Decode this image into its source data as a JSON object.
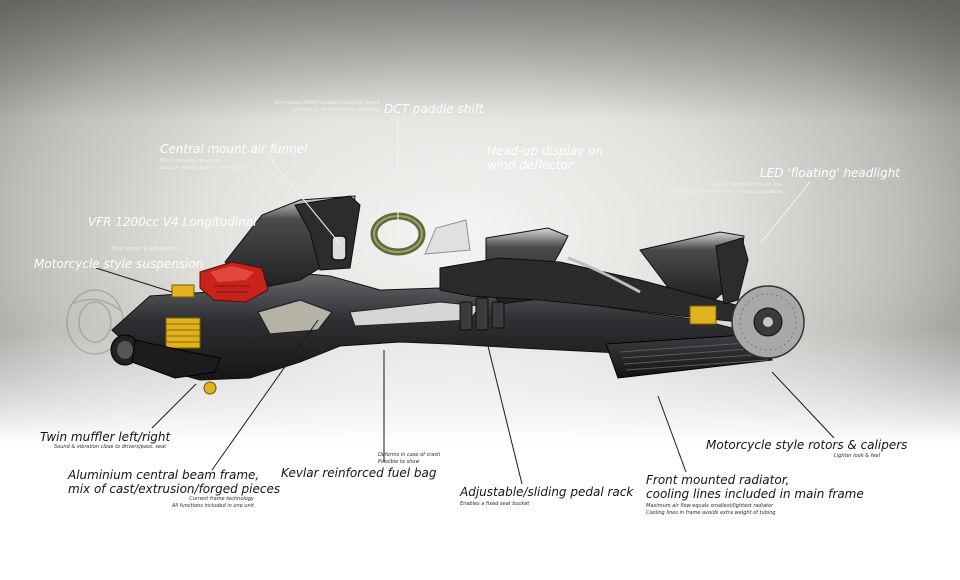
{
  "labels": {
    "dct": {
      "title": "DCT paddle shift",
      "note": [
        "No manual shifter enables total car layout",
        "Less parts, all in steering assembly"
      ]
    },
    "hud": {
      "title": [
        "Head-up display on",
        "wind deflector"
      ],
      "note": [
        "2 functions in 1 part",
        "Select way to display info"
      ]
    },
    "air_funnel": {
      "title": "Central mount air funnel",
      "note": [
        "Short distance to airbox",
        "Suction sound close to driver/pass."
      ]
    },
    "led": {
      "title": "LED 'floating' headlight",
      "note": [
        "Easy to remove for track use",
        "No integration looks ok in removed condition"
      ]
    },
    "engine": {
      "title": "VFR 1200cc V4 Longitudinal",
      "note": [
        "Easy access & adjustability"
      ]
    },
    "suspension": {
      "title": "Motorcycle style suspension"
    },
    "muffler": {
      "title": "Twin muffler left/right",
      "note": [
        "Sound & vibration close to drivers/pass. seat"
      ]
    },
    "frame": {
      "title": [
        "Aluminium central beam frame,",
        "mix of cast/extrusion/forged pieces"
      ],
      "note": [
        "Current frame technology",
        "All functions included in one unit"
      ]
    },
    "fuel": {
      "title": "Kevlar reinforced fuel bag",
      "note": [
        "Deforms in case of crash",
        "Possible to show"
      ]
    },
    "pedal": {
      "title": "Adjustable/sliding pedal rack",
      "note": [
        "Enables a fixed seat bucket"
      ]
    },
    "radiator": {
      "title": [
        "Front mounted radiator,",
        "cooling lines included in main frame"
      ],
      "note": [
        "Maximum air flow equals smallest/lightest radiator",
        "Cooling lines in frame avoids extra weight of tubing"
      ]
    },
    "rotors": {
      "title": "Motorcycle style rotors & calipers",
      "note": [
        "Lighter look & feel"
      ]
    }
  },
  "colors": {
    "frame_dark": "#2a2b2d",
    "frame_mid": "#55575a",
    "engine_red": "#c8221c",
    "spring_yellow": "#e0b21c",
    "seat_grey": "#3a3b3d",
    "leader_line": "#1a1a1a"
  }
}
